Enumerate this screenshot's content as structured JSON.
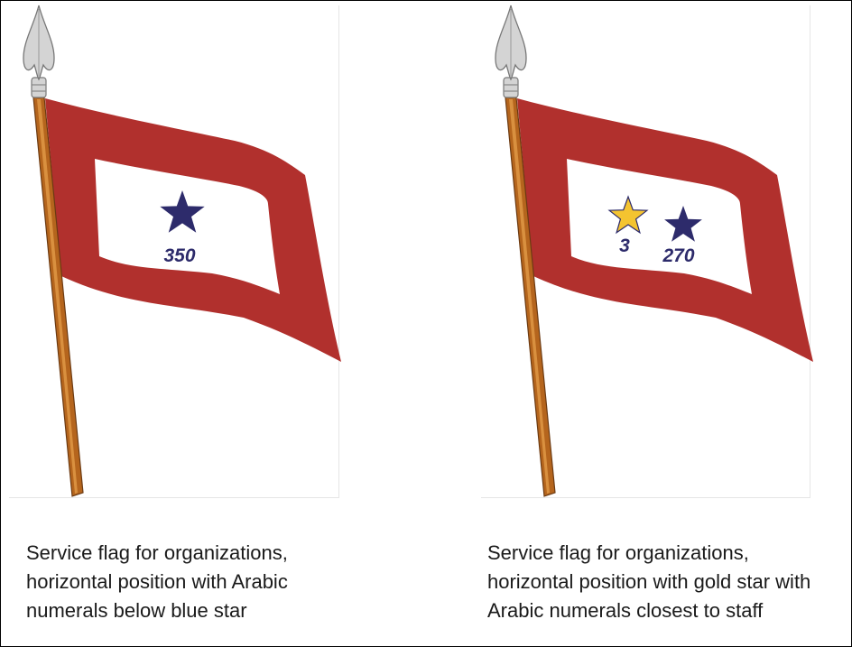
{
  "colors": {
    "flag_red": "#b1302d",
    "field_white": "#ffffff",
    "blue_star": "#2d2b6b",
    "gold_star": "#f4c430",
    "staff_brown": "#b5651d",
    "finial_silver": "#d4d4d4"
  },
  "left_flag": {
    "star_number": "350",
    "caption_lines": [
      "Service flag for organizations,",
      "horizontal position with Arabic",
      "numerals below blue star"
    ]
  },
  "right_flag": {
    "gold_star_number": "3",
    "blue_star_number": "270",
    "caption_lines": [
      "Service  flag for organizations,",
      "horizontal  position with gold star with",
      "Arabic numerals closest to staff"
    ]
  }
}
